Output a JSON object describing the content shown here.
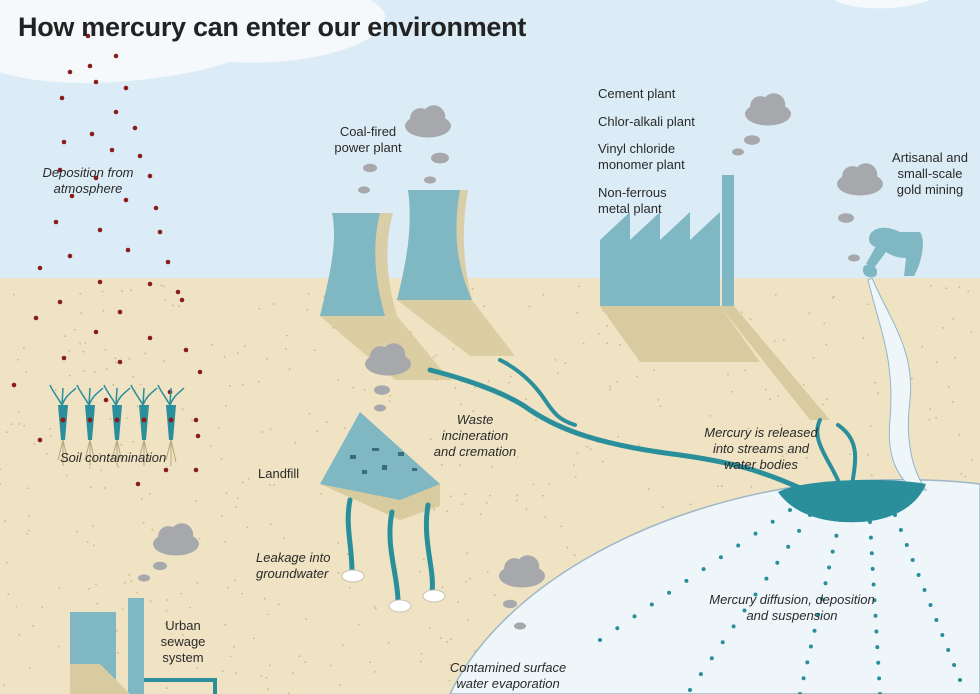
{
  "title": "How mercury can enter our environment",
  "labels": {
    "deposition": "Deposition from\natmosphere",
    "soil": "Soil contamination",
    "coal": "Coal-fired\npower plant",
    "cement": "Cement plant",
    "chlor": "Chlor-alkali plant",
    "vinyl": "Vinyl chloride\nmonomer plant",
    "nonferrous": "Non-ferrous\nmetal plant",
    "gold": "Artisanal and\nsmall-scale\ngold mining",
    "waste": "Waste\nincineration\nand cremation",
    "landfill": "Landfill",
    "leakage": "Leakage into\ngroundwater",
    "released": "Mercury is released\ninto streams and\nwater bodies",
    "diffusion": "Mercury diffusion, deposition\nand suspension",
    "sewage": "Urban\nsewage\nsystem",
    "evaporation": "Contamined surface\nwater evaporation"
  },
  "colors": {
    "sky": "#dcecf6",
    "ground": "#efe3c4",
    "teal": "#2a8f9b",
    "structure": "#7fb7c3",
    "shadow": "#d8cba0",
    "smoke": "#a6a8ab",
    "mercury_dot": "#8a1c1c",
    "water": "#eef6fa"
  }
}
